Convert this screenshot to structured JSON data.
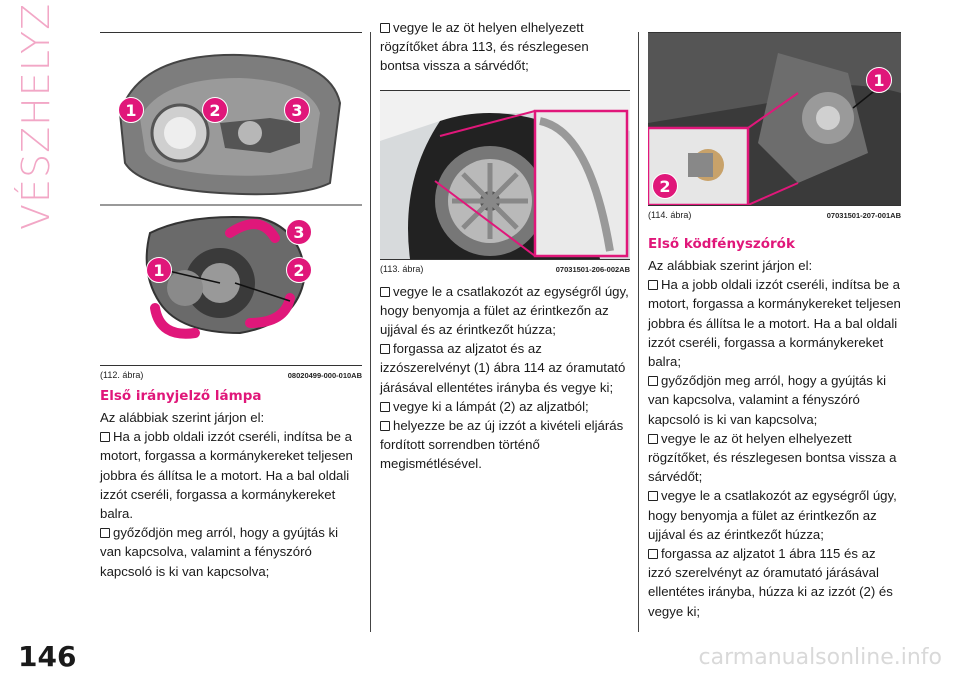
{
  "section_tab": "VÉSZHELYZETBEN",
  "page_number": "146",
  "watermark": "carmanualsonline.info",
  "fig112": {
    "caption": "(112. ábra)",
    "code": "08020499-000-010AB",
    "badges_top": [
      "1",
      "2",
      "3"
    ],
    "badges_bottom": [
      "3",
      "1",
      "2"
    ]
  },
  "fig113": {
    "caption": "(113. ábra)",
    "code": "07031501-206-002AB"
  },
  "fig114": {
    "caption": "(114. ábra)",
    "code": "07031501-207-001AB",
    "badges": [
      "1",
      "2"
    ]
  },
  "col1": {
    "heading": "Első irányjelző lámpa",
    "intro": "Az alábbiak szerint járjon el:",
    "bullets": [
      "Ha a jobb oldali izzót cseréli, indítsa be a motort, forgassa a kormánykereket teljesen jobbra és állítsa le a motort. Ha a bal oldali izzót cseréli, forgassa a kormánykereket balra.",
      "győződjön meg arról, hogy a gyújtás ki van kapcsolva, valamint a fényszóró kapcsoló is ki van kapcsolva;"
    ]
  },
  "col2": {
    "bullets_top": [
      "vegye le az öt helyen elhelyezett rögzítőket ábra 113, és részlegesen bontsa vissza a sárvédőt;"
    ],
    "bullets": [
      "vegye le a csatlakozót az egységről úgy, hogy benyomja a fület az érintkezőn az ujjával és az érintkezőt húzza;",
      "forgassa az aljzatot és az izzószerelvényt (1) ábra 114 az óramutató járásával ellentétes irányba és vegye ki;",
      "vegye ki a lámpát (2) az aljzatból;",
      "helyezze be az új izzót a kivételi eljárás fordított sorrendben történő megismétlésével."
    ]
  },
  "col3": {
    "heading": "Első ködfényszórók",
    "intro": "Az alábbiak szerint járjon el:",
    "bullets": [
      "Ha a jobb oldali izzót cseréli, indítsa be a motort, forgassa a kormánykereket teljesen jobbra és állítsa le a motort. Ha a bal oldali izzót cseréli, forgassa a kormánykereket balra;",
      "győződjön meg arról, hogy a gyújtás ki van kapcsolva, valamint a fényszóró kapcsoló is ki van kapcsolva;",
      "vegye le az öt helyen elhelyezett rögzítőket, és részlegesen bontsa vissza a sárvédőt;",
      "vegye le a csatlakozót az egységről úgy, hogy benyomja a fület az érintkezőn az ujjával és az érintkezőt húzza;",
      "forgassa az aljzatot 1 ábra 115 és az izzó szerelvényt az óramutató járásával ellentétes irányba, húzza ki az izzót (2) és vegye ki;"
    ]
  }
}
